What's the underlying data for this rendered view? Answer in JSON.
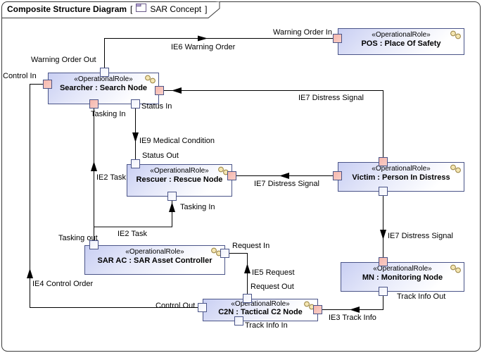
{
  "header": {
    "diagram_type": "Composite Structure Diagram",
    "open_bracket": "[",
    "diagram_name": "SAR Concept",
    "close_bracket": "]"
  },
  "nodes": {
    "searcher": {
      "stereotype": "«OperationalRole»",
      "name": "Searcher : Search Node"
    },
    "pos": {
      "stereotype": "«OperationalRole»",
      "name": "POS : Place Of Safety"
    },
    "rescuer": {
      "stereotype": "«OperationalRole»",
      "name": "Rescuer : Rescue Node"
    },
    "victim": {
      "stereotype": "«OperationalRole»",
      "name": "Victim : Person In Distress"
    },
    "sarac": {
      "stereotype": "«OperationalRole»",
      "name": "SAR AC : SAR Asset Controller"
    },
    "mn": {
      "stereotype": "«OperationalRole»",
      "name": "MN : Monitoring Node"
    },
    "c2n": {
      "stereotype": "«OperationalRole»",
      "name": "C2N : Tactical C2 Node"
    }
  },
  "port_labels": {
    "warning_order_out": "Warning Order Out",
    "warning_order_in": "Warning Order In",
    "control_in": "Control In",
    "status_in": "Status In",
    "tasking_in_searcher": "Tasking In",
    "status_out": "Status Out",
    "tasking_in_rescuer": "Tasking In",
    "tasking_out": "Tasking out",
    "request_in": "Request In",
    "request_out": "Request Out",
    "control_out": "Control Out",
    "track_info_out": "Track Info Out",
    "track_info_in": "Track Info In"
  },
  "flow_labels": {
    "ie6_warning_order": "IE6 Warning Order",
    "ie7_distress_top": "IE7 Distress Signal",
    "ie7_distress_mid": "IE7 Distress Signal",
    "ie7_distress_down": "IE7 Distress Signal",
    "ie9_medical_condition": "IE9 Medical Condition",
    "ie2_task_left": "IE2 Task",
    "ie2_task_branch": "IE2 Task",
    "ie4_control_order": "IE4 Control Order",
    "ie5_request": "IE5 Request",
    "ie3_track_info": "IE3 Track Info"
  },
  "colors": {
    "node_border": "#4a5488",
    "node_fill": "#c9cff3",
    "port_pink": "#f6b6ac",
    "connector": "#000000",
    "frame_border": "#3a3a3a"
  }
}
